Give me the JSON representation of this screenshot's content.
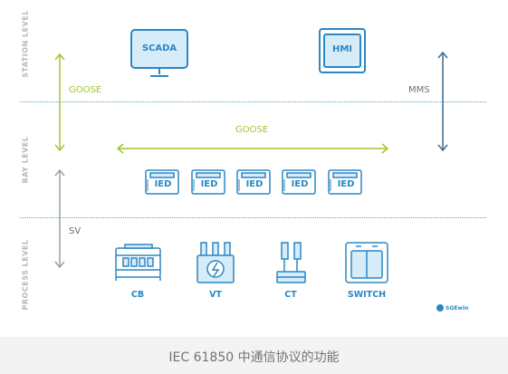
{
  "levels": {
    "station": "STATION LEVEL",
    "bay": "BAY LEVEL",
    "process": "PROCESS LEVEL"
  },
  "protocols": {
    "goose_station": "GOOSE",
    "goose_bay": "GOOSE",
    "mms": "MMS",
    "sv": "SV"
  },
  "station_devices": {
    "scada": "SCADA",
    "hmi": "HMI"
  },
  "ied_devices": [
    "IED",
    "IED",
    "IED",
    "IED",
    "IED"
  ],
  "process_devices": [
    "CB",
    "VT",
    "CT",
    "SWITCH"
  ],
  "logo": "SGEwin",
  "caption": "IEC 61850 中通信协议的功能",
  "colors": {
    "primary_blue": "#2a87c4",
    "light_blue_fill": "#d7ecf9",
    "green": "#9ec62f",
    "navy": "#3b6b8f",
    "gray": "#9a9fa4",
    "dotted_line": "#4aa6d8"
  }
}
